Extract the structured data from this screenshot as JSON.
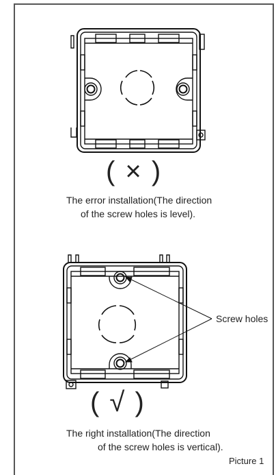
{
  "wrong": {
    "mark": "( × )",
    "caption_line1": "The error installation(The direction",
    "caption_line2": "of the screw holes is level)."
  },
  "right": {
    "mark": "( √ )",
    "caption_line1": "The right installation(The direction",
    "caption_line2": "of the screw holes is vertical)."
  },
  "callout": {
    "label": "Screw holes"
  },
  "figure": {
    "label": "Picture 1"
  }
}
